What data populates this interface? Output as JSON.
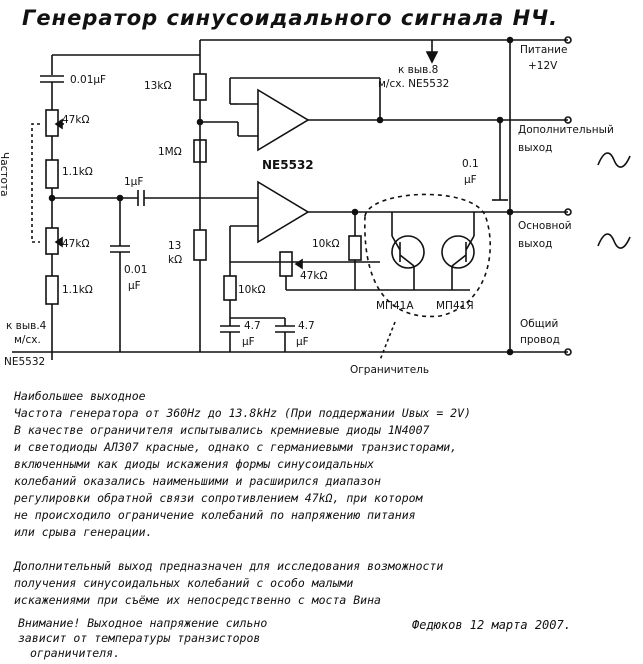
{
  "title": "Генератор синусоидального сигнала НЧ.",
  "labels": {
    "c1": "0.01μF",
    "r_13k": "13kΩ",
    "pin8": "к выв.8",
    "pin8_chip": "м/сх. NE5532",
    "power": "Питание",
    "power_v": "+12V",
    "r_47k_a": "47kΩ",
    "freq": "Частота",
    "r_1_1k_a": "1.1kΩ",
    "r_1m": "1MΩ",
    "c_1u": "1μF",
    "chip": "NE5532",
    "aux_out_1": "Дополнительный",
    "aux_out_2": "выход",
    "c_01u": "0.1",
    "c_01u_unit": "μF",
    "main_out_1": "Основной",
    "main_out_2": "выход",
    "r_47k_b": "47kΩ",
    "r_13_a": "13",
    "r_13_b": "kΩ",
    "r_10k_a": "10kΩ",
    "r_47k_trim": "47kΩ",
    "c_001": "0.01",
    "c_001_unit": "μF",
    "r_10k_b": "10kΩ",
    "r_1_1k_b": "1.1kΩ",
    "c_47a": "4.7",
    "c_47a_unit": "μF",
    "c_47b": "4.7",
    "c_47b_unit": "μF",
    "q1": "МП41А",
    "q2": "МП41Я",
    "common_1": "Общий",
    "common_2": "провод",
    "pin4": "к выв.4",
    "pin4_chip": "м/сх.",
    "chip2": "NE5532",
    "limiter": "Ограничитель"
  },
  "notes": [
    "Наибольшее выходное",
    "Частота генератора от 360Hz до 13.8kHz (При поддержании Uвых = 2V)",
    "В качестве ограничителя испытывались кремниевые диоды 1N4007",
    "и светодиоды АЛ307 красные, однако с германиевыми транзисторами,",
    "включенными как диоды искажения формы синусоидальных",
    "колебаний оказались наименьшими и расширился диапазон",
    "регулировки обратной связи сопротивлением 47kΩ, при котором",
    "не происходило ограничение колебаний по напряжению питания",
    "или срыва генерации.",
    "",
    "Дополнительный выход предназначен для исследования возможности",
    "получения синусоидальных колебаний с особо малыми",
    "искажениями при съёме их непосредственно с моста Вина"
  ],
  "warning": [
    "Внимание! Выходное напряжение сильно",
    "зависит от температуры транзисторов",
    "ограничителя."
  ],
  "signature": "Федюков 12 марта 2007."
}
